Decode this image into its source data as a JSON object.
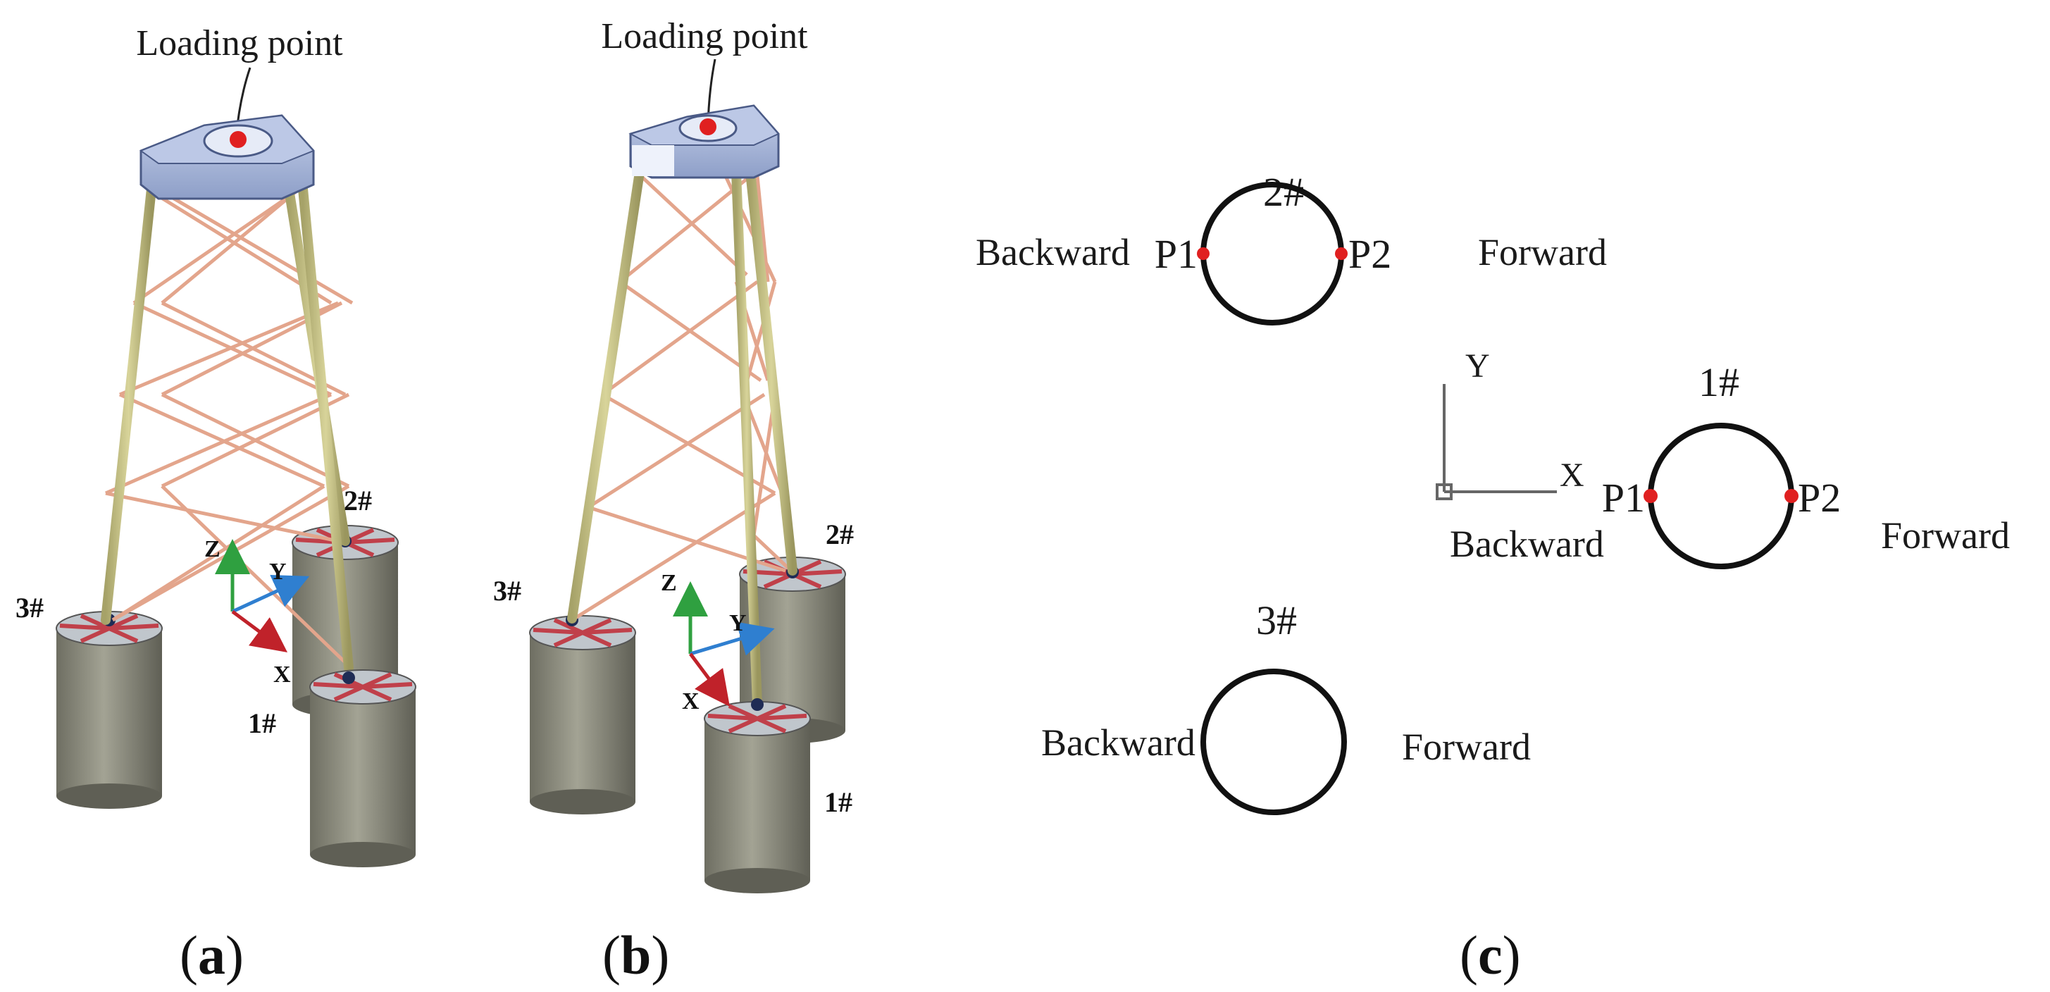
{
  "panel_a": {
    "loading_point": "Loading point",
    "piles": [
      "1#",
      "2#",
      "3#"
    ],
    "axes": [
      "Z",
      "Y",
      "X"
    ],
    "caption_letter": "a"
  },
  "panel_b": {
    "loading_point": "Loading point",
    "piles": [
      "1#",
      "2#",
      "3#"
    ],
    "axes": [
      "Z",
      "Y",
      "X"
    ],
    "caption_letter": "b"
  },
  "panel_c": {
    "pile_1": {
      "label": "1#",
      "left_point": "P1",
      "right_point": "P2",
      "backward": "Backward",
      "forward": "Forward"
    },
    "pile_2": {
      "label": "2#",
      "left_point": "P1",
      "right_point": "P2",
      "backward": "Backward",
      "forward": "Forward"
    },
    "pile_3": {
      "label": "3#",
      "backward": "Backward",
      "forward": "Forward"
    },
    "axis_y": "Y",
    "axis_x": "X",
    "caption_letter": "c"
  },
  "colors": {
    "leg": "#c9c48a",
    "brace": "#e3a58c",
    "cap": "#a8b6d6",
    "bucket": "#8b8b7c",
    "bucket_top": "#c0c6cc",
    "stiffener": "#c0404a",
    "marker": "#e02020",
    "axis_x": "#c0222a",
    "axis_y": "#2f7fd0",
    "axis_z": "#2fa040"
  }
}
